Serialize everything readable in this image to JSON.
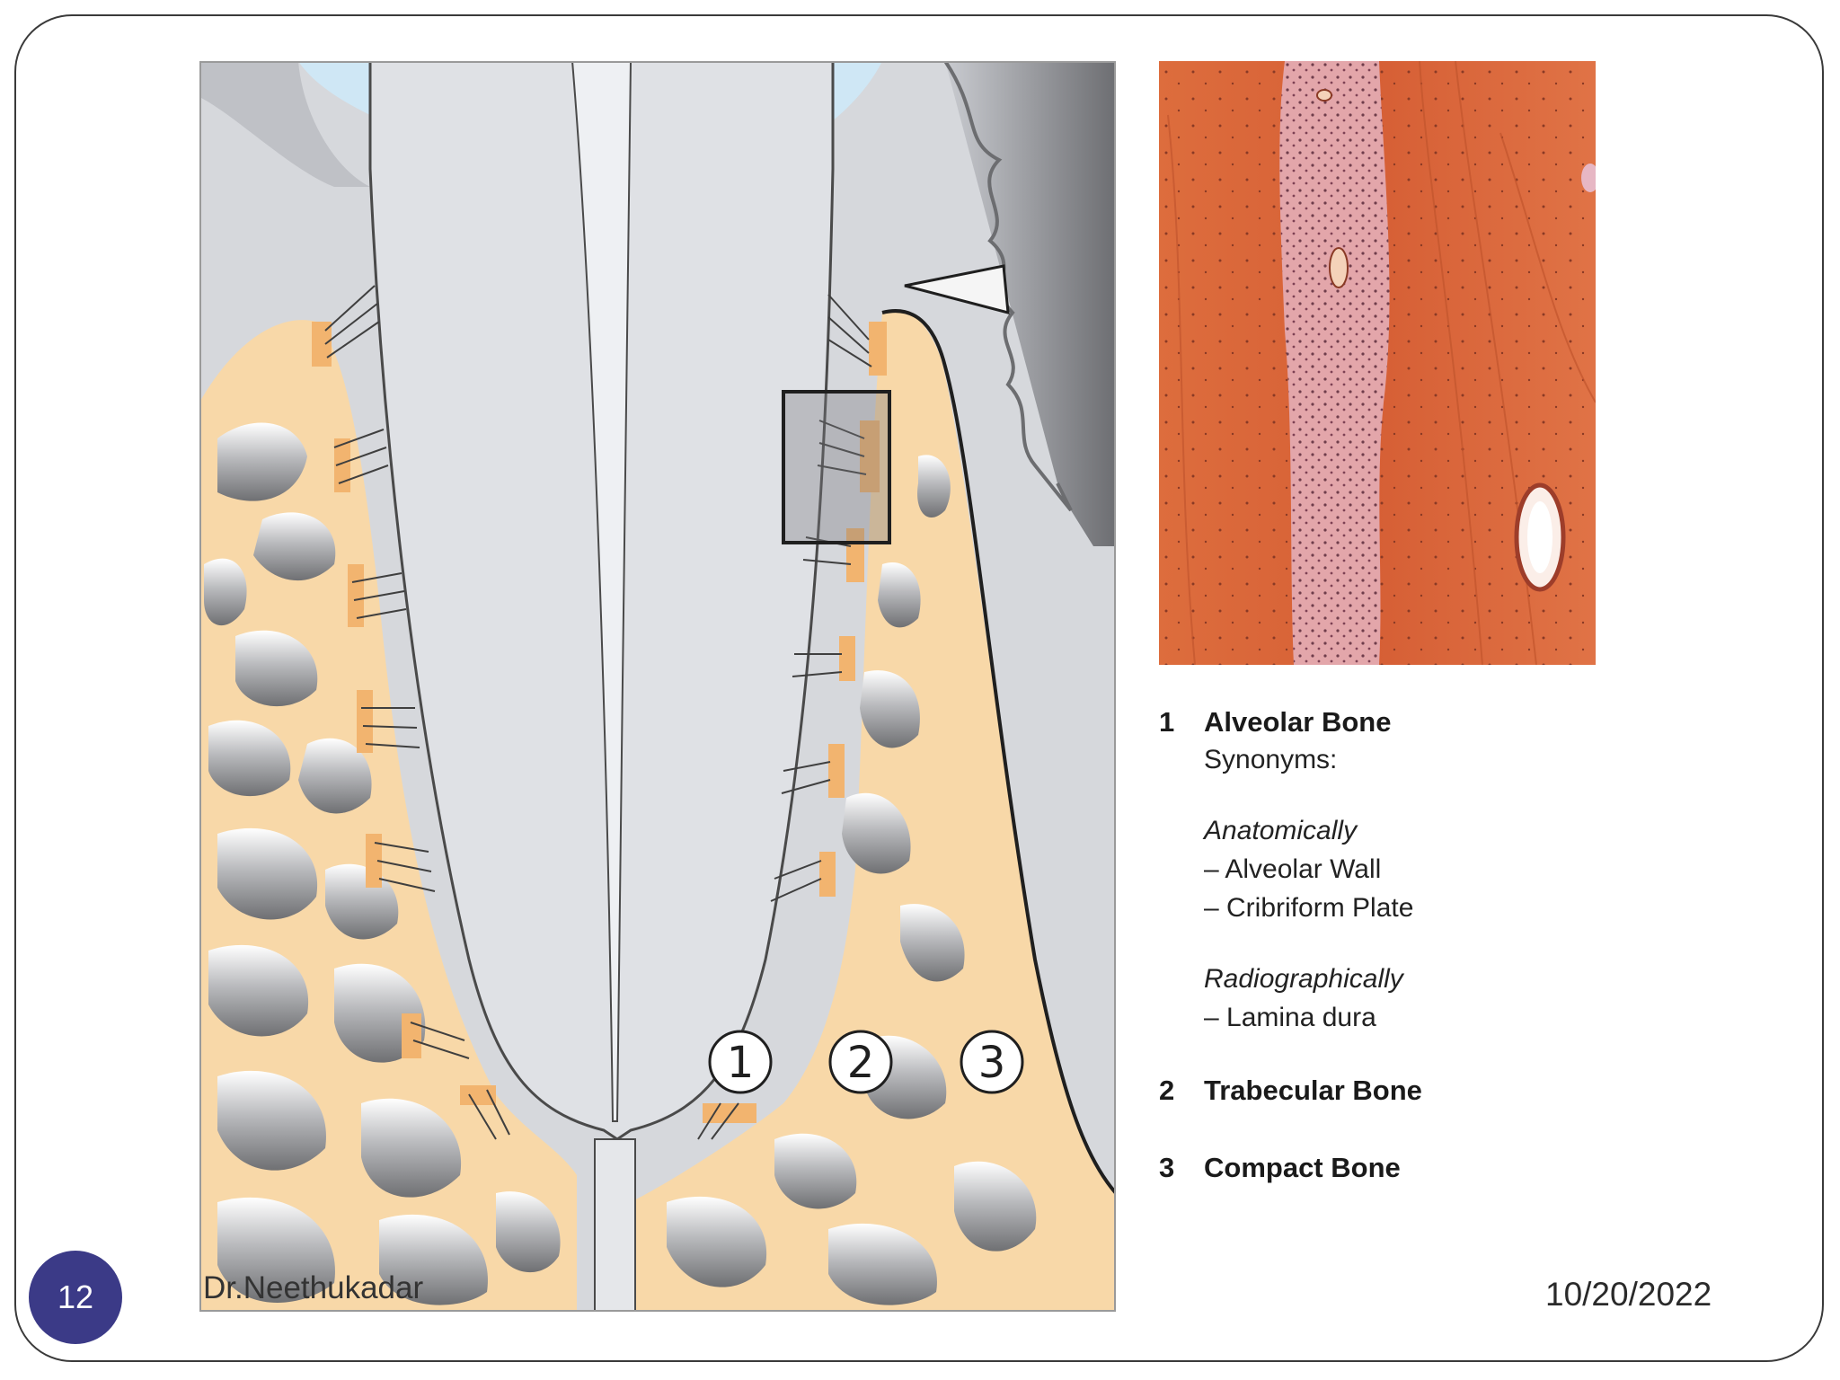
{
  "figure": {
    "callouts": [
      {
        "number": "1"
      },
      {
        "number": "2"
      },
      {
        "number": "3"
      }
    ]
  },
  "legend": {
    "items": [
      {
        "number": "1",
        "term": "Alveolar Bone",
        "synonyms_label": "Synonyms:",
        "anatomically_label": "Anatomically",
        "anatomically_items": [
          "– Alveolar Wall",
          "– Cribriform Plate"
        ],
        "radiographically_label": "Radiographically",
        "radiographically_items": [
          "– Lamina dura"
        ]
      },
      {
        "number": "2",
        "term": "Trabecular Bone"
      },
      {
        "number": "3",
        "term": "Compact Bone"
      }
    ]
  },
  "footer": {
    "page_number": "12",
    "author": "Dr.Neethukadar",
    "date": "10/20/2022"
  },
  "colors": {
    "badge": "#3b3a87",
    "bone": "#f8d8a8",
    "osteoid": "#f0b070",
    "tooth": "#dadde2",
    "histo_bone": "#d9673a",
    "histo_pdl": "#e2a4a8"
  }
}
